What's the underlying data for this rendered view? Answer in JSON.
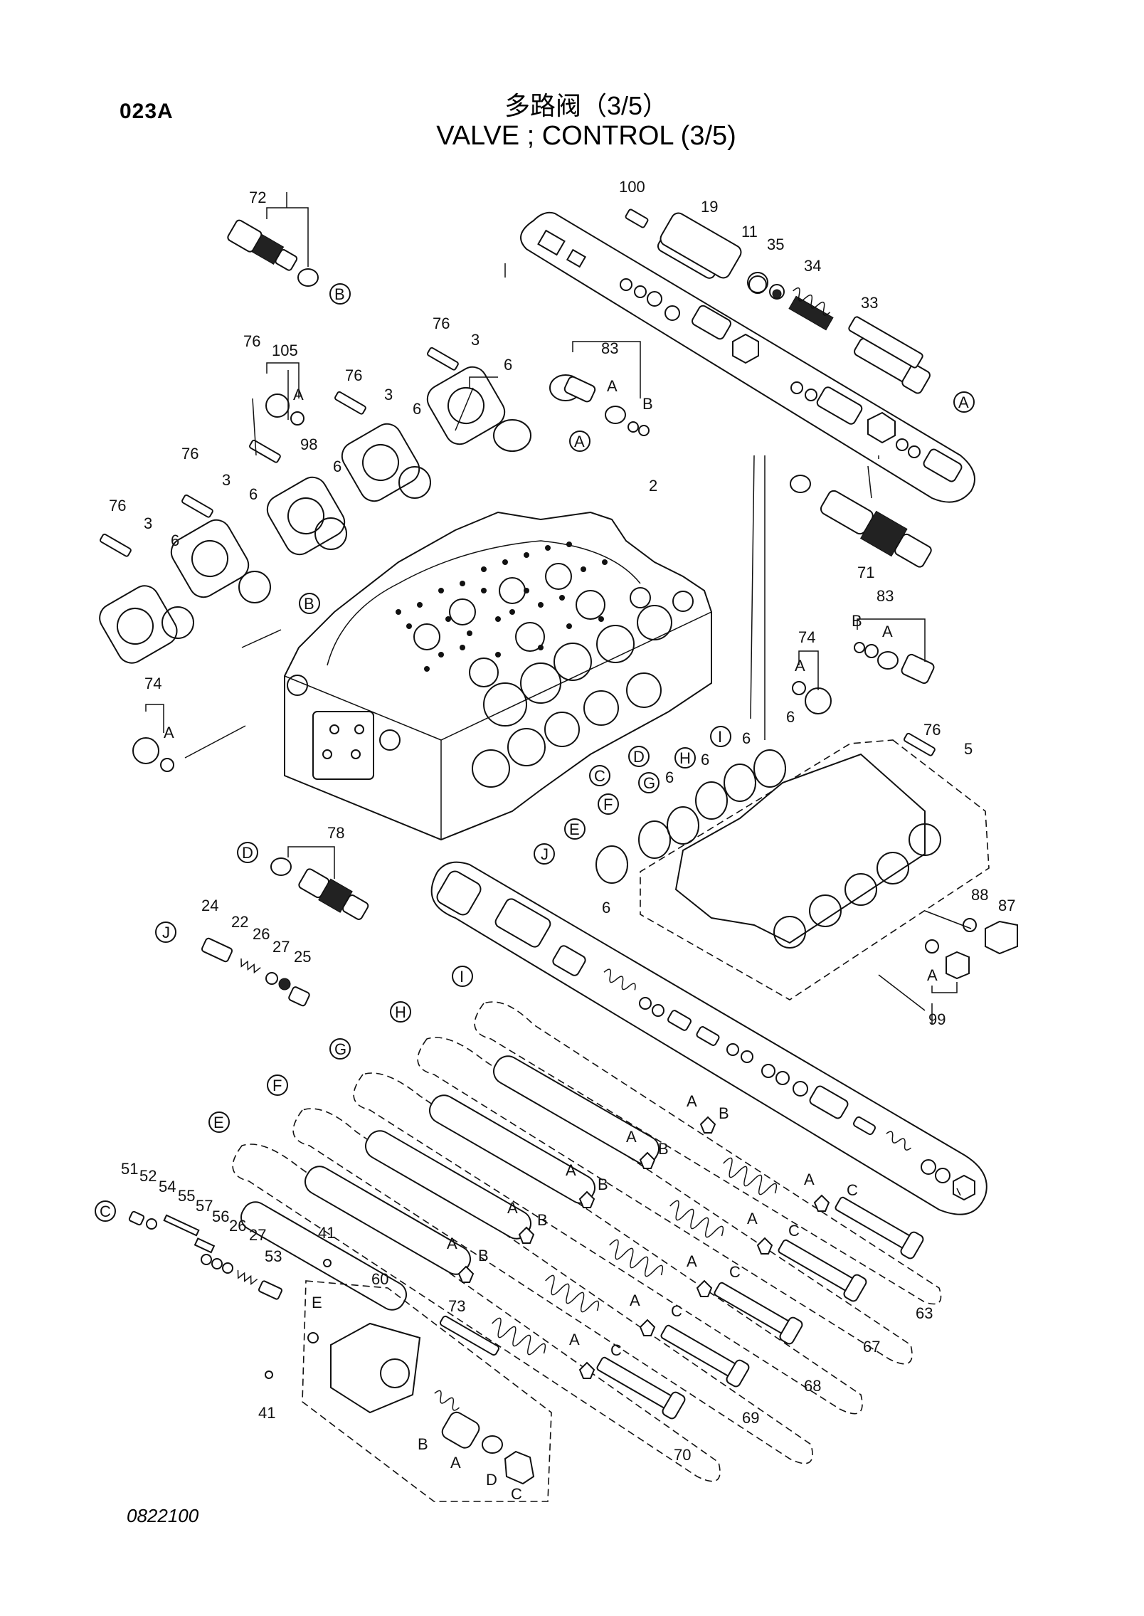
{
  "header": {
    "code": "023A",
    "title_cn": "多路阀（3/5）",
    "title_en": "VALVE ; CONTROL (3/5)"
  },
  "footer": {
    "drawing_no": "0822100"
  },
  "callouts": {
    "p72": "72",
    "p100": "100",
    "p19": "19",
    "p11": "11",
    "p35": "35",
    "p34": "34",
    "p33": "33",
    "p76a": "76",
    "p3a": "3",
    "p6a": "6",
    "p83a": "83",
    "p76b": "76",
    "p105": "105",
    "p76c": "76",
    "p3b": "3",
    "p6b": "6",
    "p98": "98",
    "p6c": "6",
    "p76d": "76",
    "p3c": "3",
    "p6d": "6",
    "p76e": "76",
    "p3d": "3",
    "p6e": "6",
    "p2": "2",
    "p71": "71",
    "p83b": "83",
    "p74a": "74",
    "p74b": "74",
    "p6f": "6",
    "p6g": "6",
    "p6h": "6",
    "p6i": "6",
    "p76f": "76",
    "p5": "5",
    "p78": "78",
    "p6j": "6",
    "p88": "88",
    "p87": "87",
    "p99": "99",
    "p24": "24",
    "p22": "22",
    "p26a": "26",
    "p27a": "27",
    "p25": "25",
    "p51": "51",
    "p52": "52",
    "p54": "54",
    "p55": "55",
    "p57": "57",
    "p56": "56",
    "p26b": "26",
    "p27b": "27",
    "p53": "53",
    "p41a": "41",
    "p60": "60",
    "p73": "73",
    "p41b": "41",
    "p63": "63",
    "p67": "67",
    "p68": "68",
    "p69": "69",
    "p70": "70"
  },
  "reference_letters": {
    "A": "A",
    "B": "B",
    "C": "C",
    "D": "D",
    "E": "E",
    "F": "F",
    "G": "G",
    "H": "H",
    "I": "I",
    "J": "J"
  }
}
